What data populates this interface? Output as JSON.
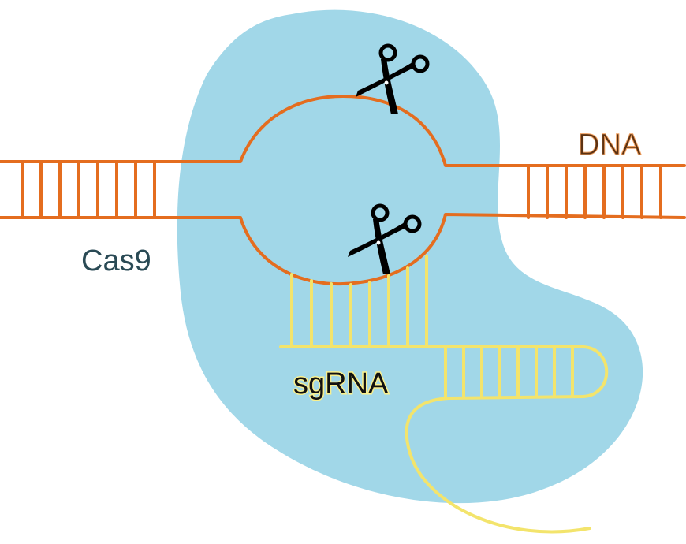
{
  "labels": {
    "dna": "DNA",
    "cas9": "Cas9",
    "sgrna": "sgRNA"
  },
  "colors": {
    "cas9_fill": "#a1d7e8",
    "dna_strand": "#e46d1f",
    "dna_label": "#5c3212",
    "cas9_label": "#2a4a55",
    "sgrna_strand": "#f3e46c",
    "sgrna_label": "#111111",
    "sgrna_label_glow": "#f9f08e",
    "scissors": "#000000"
  },
  "icons": {
    "cut_site_top": "scissors-icon",
    "cut_site_bottom": "scissors-icon"
  }
}
